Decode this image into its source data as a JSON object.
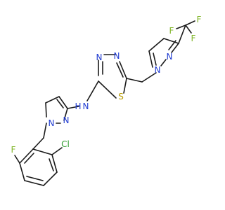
{
  "molecule": {
    "colors": {
      "bond": "#1a1a1a",
      "carbon": "#1a1a1a",
      "nitrogen": "#1f3bd1",
      "sulfur": "#b89b00",
      "fluorine": "#82b72c",
      "chlorine": "#2e9c2e"
    },
    "atoms": [
      {
        "id": "f1",
        "label": "F",
        "element": "fluorine"
      },
      {
        "id": "f2",
        "label": "F",
        "element": "fluorine"
      },
      {
        "id": "f3",
        "label": "F",
        "element": "fluorine"
      },
      {
        "id": "n1",
        "label": "N",
        "element": "nitrogen"
      },
      {
        "id": "n2",
        "label": "N",
        "element": "nitrogen"
      },
      {
        "id": "n3",
        "label": "N",
        "element": "nitrogen"
      },
      {
        "id": "n4",
        "label": "N",
        "element": "nitrogen"
      },
      {
        "id": "s1",
        "label": "S",
        "element": "sulfur"
      },
      {
        "id": "nh",
        "label": "N",
        "element": "nitrogen"
      },
      {
        "id": "h1",
        "label": "H",
        "element": "nitrogen"
      },
      {
        "id": "n5",
        "label": "N",
        "element": "nitrogen"
      },
      {
        "id": "n6",
        "label": "N",
        "element": "nitrogen"
      },
      {
        "id": "cl",
        "label": "Cl",
        "element": "chlorine"
      },
      {
        "id": "f4",
        "label": "F",
        "element": "fluorine"
      }
    ]
  }
}
